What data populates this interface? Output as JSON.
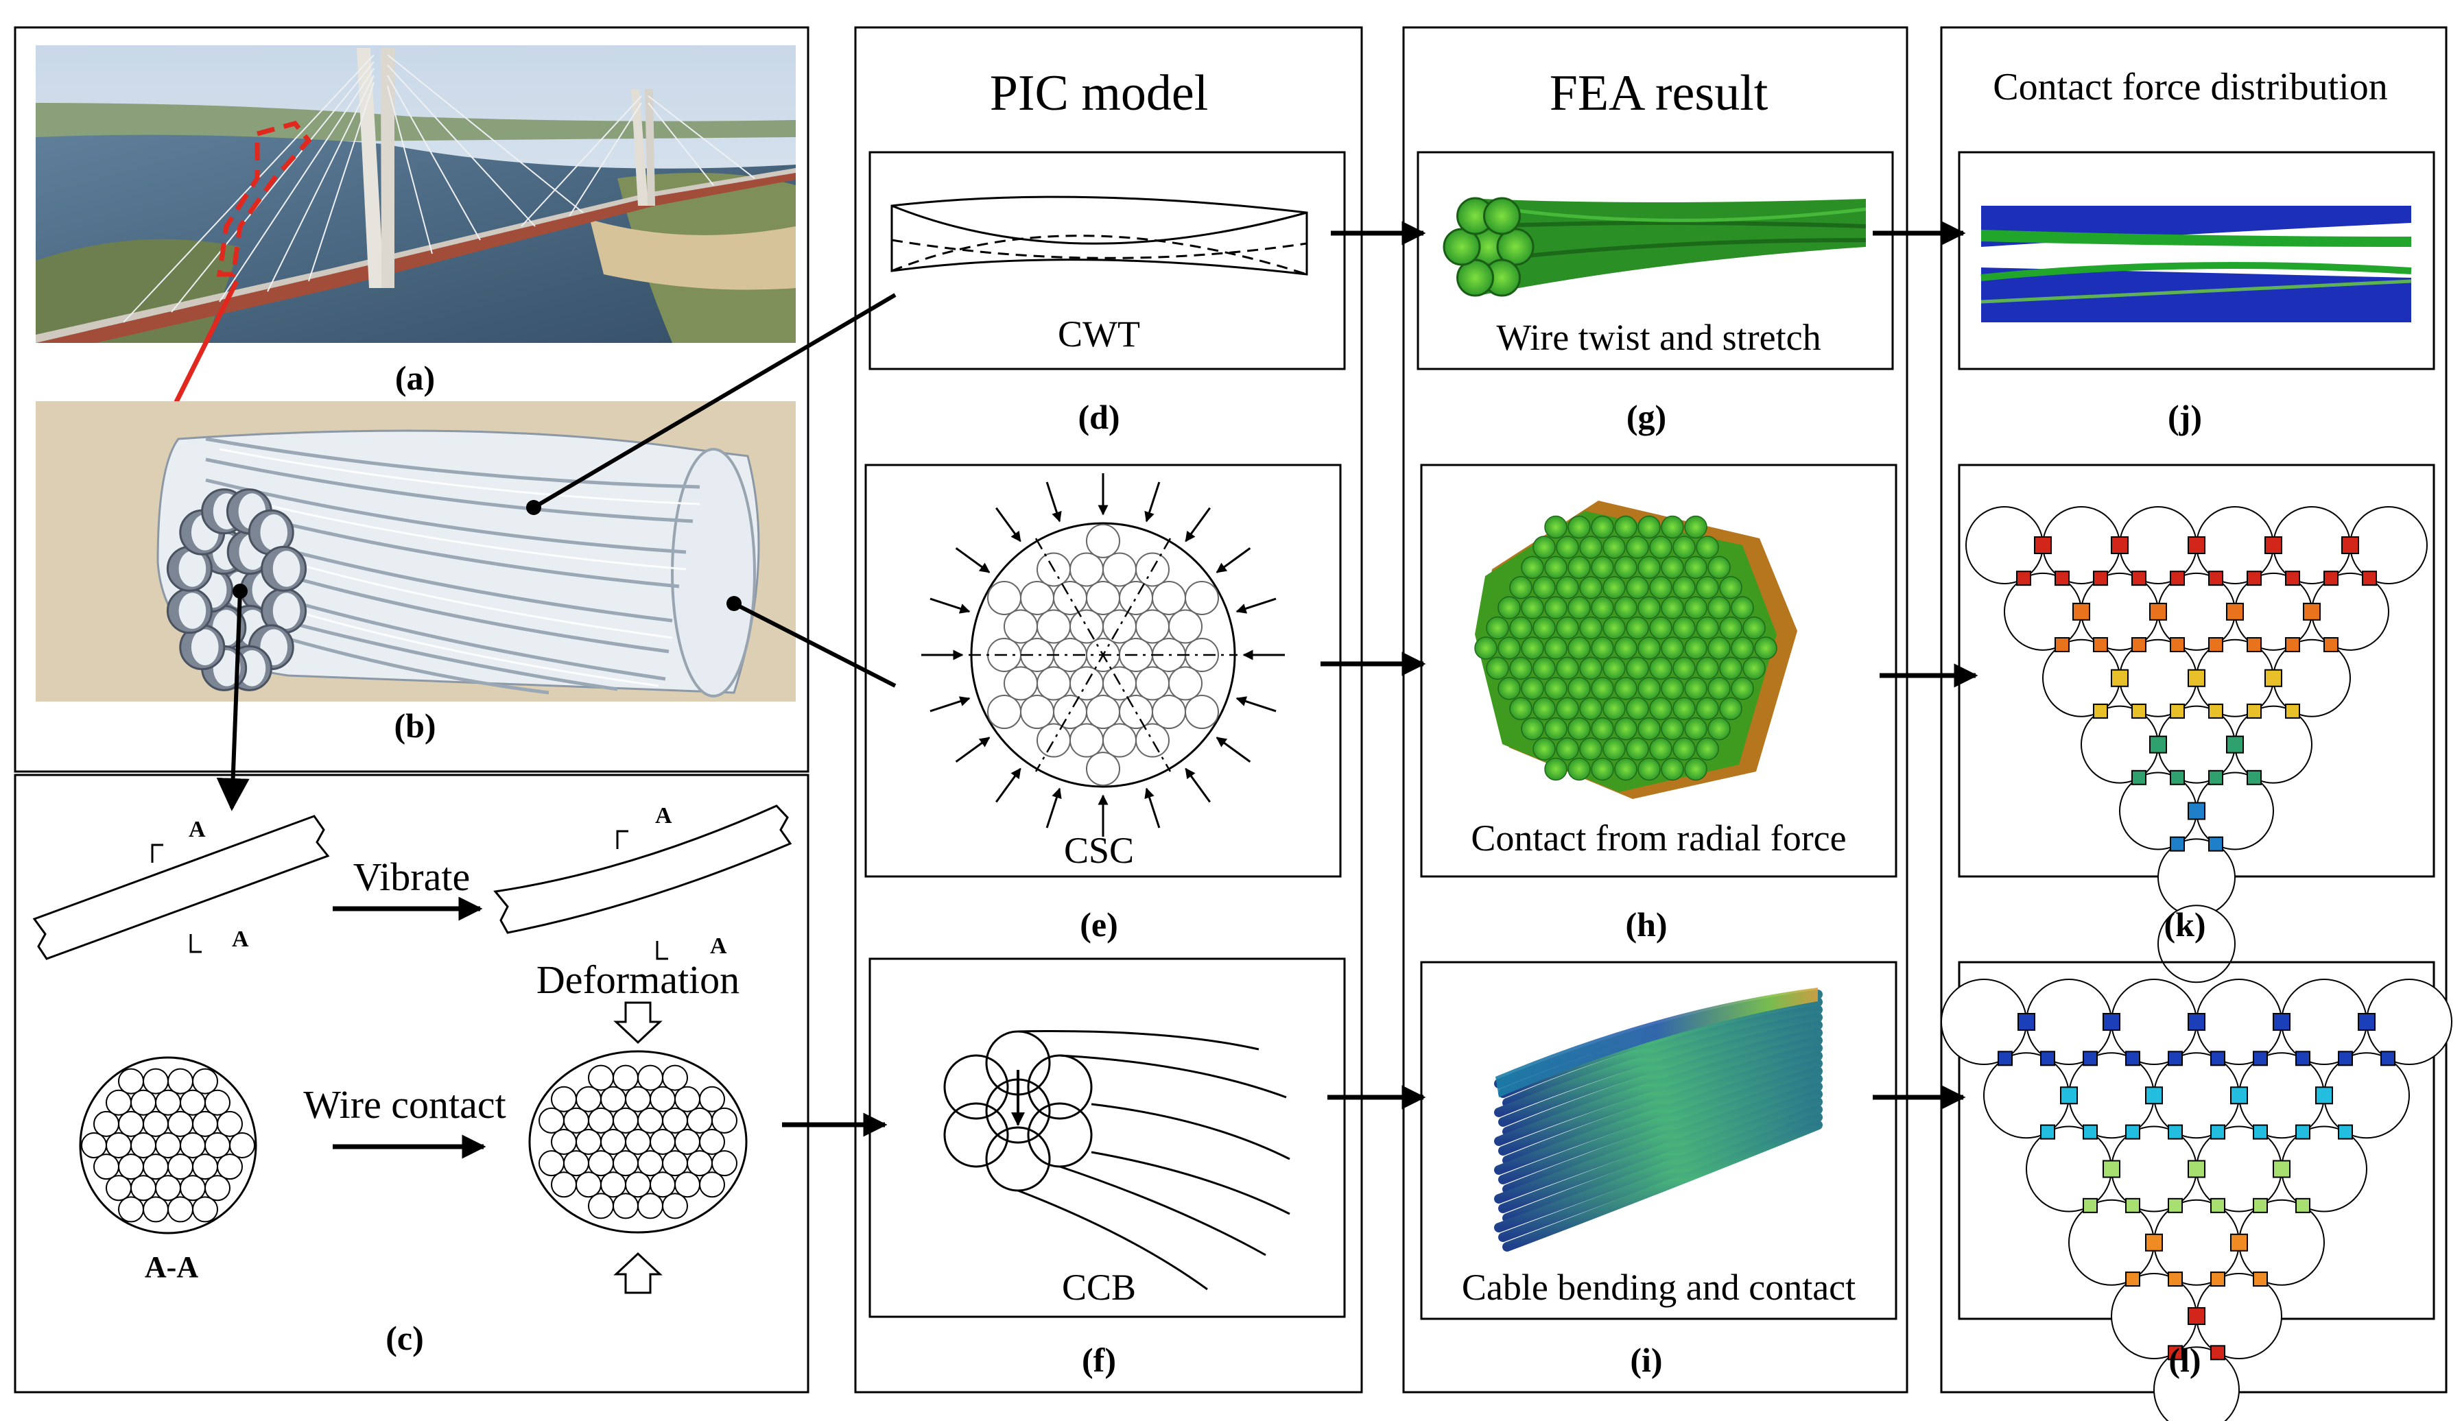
{
  "columns": {
    "pic": {
      "title": "PIC model"
    },
    "fea": {
      "title": "FEA result"
    },
    "contact": {
      "title": "Contact force distribution"
    }
  },
  "captions": {
    "a": "(a)",
    "b": "(b)",
    "c": "(c)",
    "d": "(d)",
    "e": "(e)",
    "f": "(f)",
    "g": "(g)",
    "h": "(h)",
    "i": "(i)",
    "j": "(j)",
    "k": "(k)",
    "l": "(l)"
  },
  "panel_labels": {
    "d": "CWT",
    "e": "CSC",
    "f": "CCB",
    "g": "Wire twist and stretch",
    "h": "Contact from radial force",
    "i": "Cable bending and contact"
  },
  "panel_c": {
    "vibrate": "Vibrate",
    "deformation": "Deformation",
    "wire_contact": "Wire contact",
    "section_label": "A-A",
    "section_marker": "A"
  },
  "colors": {
    "frame": "#000000",
    "highlight_red": "#e0281e",
    "fea_green": "#2f9a2a",
    "contact_blue": "#1b2fb8",
    "cable_silver": "#c9d4de",
    "tan_background": "#dccfb3"
  }
}
